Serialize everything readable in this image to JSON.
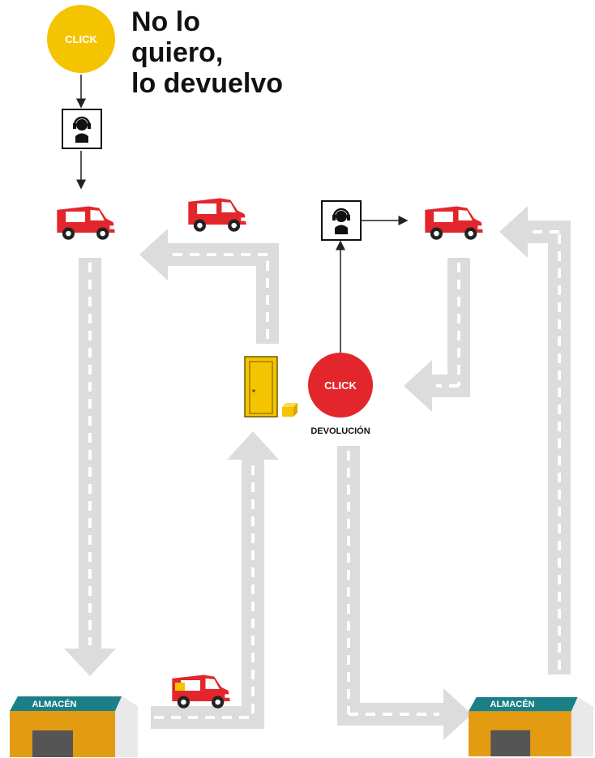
{
  "title": {
    "lines": [
      "No lo",
      "quiero,",
      "lo devuelvo"
    ]
  },
  "buttons": {
    "click_top": "CLICK",
    "click_return": "CLICK",
    "return_label": "DEVOLUCIÓN"
  },
  "warehouses": {
    "left_label": "ALMACÉN",
    "right_label": "ALMACÉN"
  },
  "colors": {
    "road": "#dcdcdc",
    "road_dash": "#ffffff",
    "van_red": "#e3262b",
    "click_yellow": "#f5c400",
    "click_red": "#e3262b",
    "warehouse_orange": "#e39b12",
    "warehouse_roof": "#1a7f86",
    "door_yellow": "#f5c400",
    "box_yellow": "#f5c400"
  },
  "icons": [
    "agent-headset-icon",
    "delivery-van-icon",
    "door-icon",
    "package-icon",
    "warehouse-icon"
  ]
}
